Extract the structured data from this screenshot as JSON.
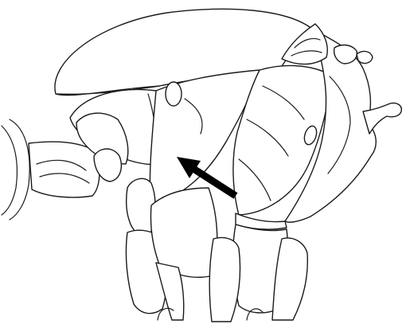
{
  "figure": {
    "kind": "line drawing, lateral view of an insect thorax and head",
    "colors": {
      "line": "#1a1a1a",
      "background": "#ffffff",
      "arrow": "#000000"
    },
    "annotation": {
      "type": "arrow",
      "direction": "points up-left"
    }
  }
}
